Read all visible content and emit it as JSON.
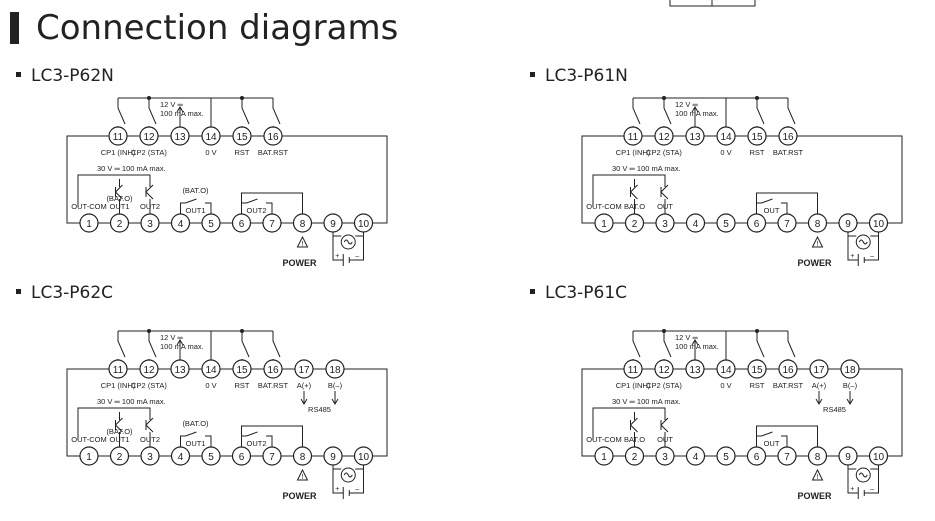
{
  "page": {
    "title": "Connection diagrams"
  },
  "labels": {
    "supply12": "12 V",
    "supply100": "100 mA max.",
    "supply30": "30 V",
    "power": "POWER",
    "rs485": "RS485"
  },
  "diagrams": [
    {
      "model": "LC3-P62N",
      "top": [
        "11",
        "12",
        "13",
        "14",
        "15",
        "16"
      ],
      "top_labels": [
        "CP1 (INH)",
        "CP2 (STA)",
        "",
        "0 V",
        "RST",
        "BAT.RST"
      ],
      "bottom": [
        "1",
        "2",
        "3",
        "4",
        "5",
        "6",
        "7",
        "8",
        "9",
        "10"
      ],
      "bottom_labels": [
        "OUT-COM",
        "(BAT.O)\nOUT1",
        "OUT2",
        "",
        "",
        "",
        "",
        "",
        "",
        ""
      ],
      "relay_labels": [
        "(BAT.O)",
        "OUT1",
        "OUT2"
      ]
    },
    {
      "model": "LC3-P61N",
      "top": [
        "11",
        "12",
        "13",
        "14",
        "15",
        "16"
      ],
      "top_labels": [
        "CP1 (INH)",
        "CP2 (STA)",
        "",
        "0 V",
        "RST",
        "BAT.RST"
      ],
      "bottom": [
        "1",
        "2",
        "3",
        "4",
        "5",
        "6",
        "7",
        "8",
        "9",
        "10"
      ],
      "bottom_labels": [
        "OUT-COM",
        "BAT.O",
        "OUT",
        "",
        "",
        "",
        "",
        "",
        "",
        ""
      ],
      "relay_labels": [
        "",
        "",
        "OUT"
      ]
    },
    {
      "model": "LC3-P62C",
      "top": [
        "11",
        "12",
        "13",
        "14",
        "15",
        "16",
        "17",
        "18"
      ],
      "top_labels": [
        "CP1 (INH)",
        "CP2 (STA)",
        "",
        "0 V",
        "RST",
        "BAT.RST",
        "A(+)",
        "B(–)"
      ],
      "bottom": [
        "1",
        "2",
        "3",
        "4",
        "5",
        "6",
        "7",
        "8",
        "9",
        "10"
      ],
      "bottom_labels": [
        "OUT-COM",
        "(BAT.O)\nOUT1",
        "OUT2",
        "",
        "",
        "",
        "",
        "",
        "",
        ""
      ],
      "relay_labels": [
        "(BAT.O)",
        "OUT1",
        "OUT2"
      ]
    },
    {
      "model": "LC3-P61C",
      "top": [
        "11",
        "12",
        "13",
        "14",
        "15",
        "16",
        "17",
        "18"
      ],
      "top_labels": [
        "CP1 (INH)",
        "CP2 (STA)",
        "",
        "0 V",
        "RST",
        "BAT.RST",
        "A(+)",
        "B(–)"
      ],
      "bottom": [
        "1",
        "2",
        "3",
        "4",
        "5",
        "6",
        "7",
        "8",
        "9",
        "10"
      ],
      "bottom_labels": [
        "OUT-COM",
        "BAT.O",
        "OUT",
        "",
        "",
        "",
        "",
        "",
        "",
        ""
      ],
      "relay_labels": [
        "",
        "",
        "OUT"
      ]
    }
  ]
}
